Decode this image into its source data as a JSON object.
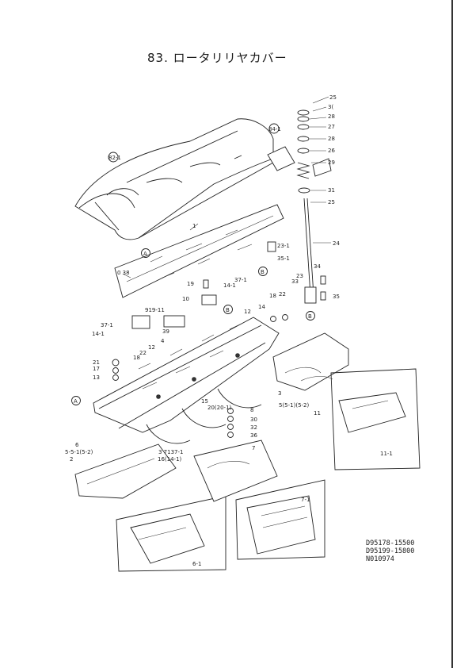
{
  "title": "83. ロータリリヤカバー",
  "drawing_codes": [
    "D95178-15500",
    "D95199-15800",
    "N010974"
  ],
  "callouts": {
    "c25a": "25",
    "c30a": "3(",
    "c28a": "28",
    "c27": "27",
    "c28b": "28",
    "c26": "26",
    "c29": "29",
    "c31": "31",
    "c25b": "25",
    "c24": "24",
    "c84": "84-1",
    "c82": "82-1",
    "c1": "1",
    "c38": "0 38",
    "cA1": "A",
    "c23": "23-1",
    "c35a": "35-1",
    "cB1": "B",
    "c34": "34",
    "c33": "33",
    "c23b": "23",
    "c35b": "35",
    "cB2": "B",
    "c19": "19",
    "c37a": "37-1",
    "c14a": "14-1",
    "c10": "10",
    "c919": "919-11",
    "c39": "39",
    "cB3": "B",
    "c12": "12",
    "c18a": "18",
    "c22a": "22",
    "c14b": "14",
    "c37b": "37-1",
    "c14c": "14-1",
    "c22b": "22",
    "c18b": "18",
    "c4": "4",
    "c12b": "12",
    "c21": "21",
    "c17": "17",
    "c13": "13",
    "cA2": "A",
    "c3": "3",
    "c5": "5(5-1)(5-2)",
    "c11a": "11",
    "c15": "15",
    "c20": "20(20-1)",
    "c8": "8",
    "c30b": "30",
    "c32": "32",
    "c36": "36",
    "c6": "6",
    "c5b": "5-5-1(5-2)",
    "c2": "2",
    "c37137": "3 7137-1",
    "c16": "16(14-1)",
    "c7": "7",
    "c11b": "11-1",
    "c6b": "6-1",
    "c71": "7-1"
  }
}
